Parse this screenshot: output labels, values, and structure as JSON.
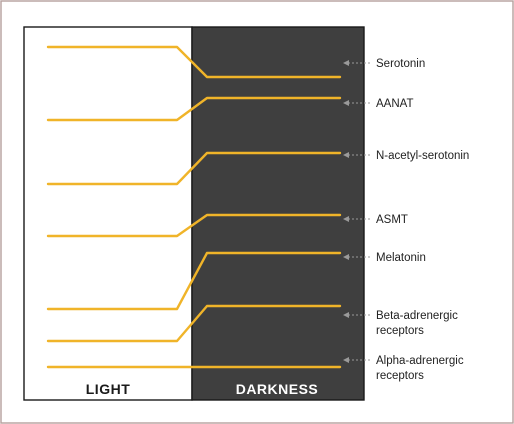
{
  "panels": {
    "light": "LIGHT",
    "darkness": "DARKNESS"
  },
  "colors": {
    "curve": "#f0b429",
    "darkness": "#3f3f3f",
    "darkness_text": "#ffffff",
    "light_text": "#1a1a1a"
  },
  "markers": [
    {
      "label_lines": [
        "Serotonin"
      ],
      "light_level": "high",
      "dark_level": "low"
    },
    {
      "label_lines": [
        "AANAT"
      ],
      "light_level": "low",
      "dark_level": "high"
    },
    {
      "label_lines": [
        "N-acetyl-serotonin"
      ],
      "light_level": "low",
      "dark_level": "high"
    },
    {
      "label_lines": [
        "ASMT"
      ],
      "light_level": "low",
      "dark_level": "high"
    },
    {
      "label_lines": [
        "Melatonin"
      ],
      "light_level": "low",
      "dark_level": "high"
    },
    {
      "label_lines": [
        "Beta-adrenergic",
        "receptors"
      ],
      "light_level": "low",
      "dark_level": "high"
    },
    {
      "label_lines": [
        "Alpha-adrenergic",
        "receptors"
      ],
      "light_level": "unchanged",
      "dark_level": "unchanged"
    }
  ]
}
